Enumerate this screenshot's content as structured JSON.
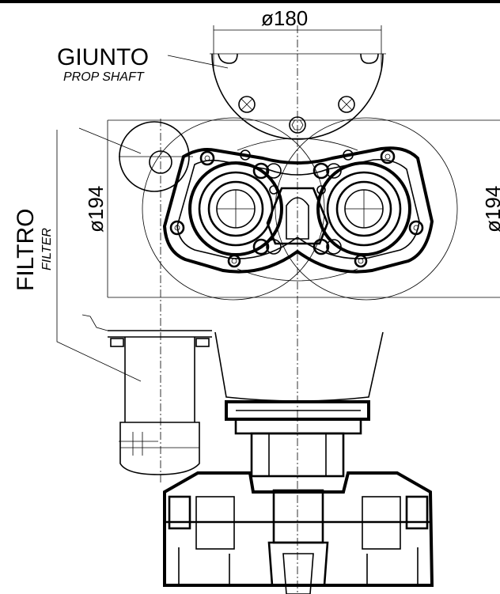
{
  "labels": {
    "joint_it": "GIUNTO",
    "joint_en": "PROP SHAFT",
    "filter_it": "FILTRO",
    "filter_en": "FILTER"
  },
  "dimensions": {
    "top_diameter": "ø180",
    "left_diameter": "ø194",
    "right_diameter": "ø194"
  },
  "colors": {
    "line": "#000000",
    "background": "#ffffff"
  }
}
